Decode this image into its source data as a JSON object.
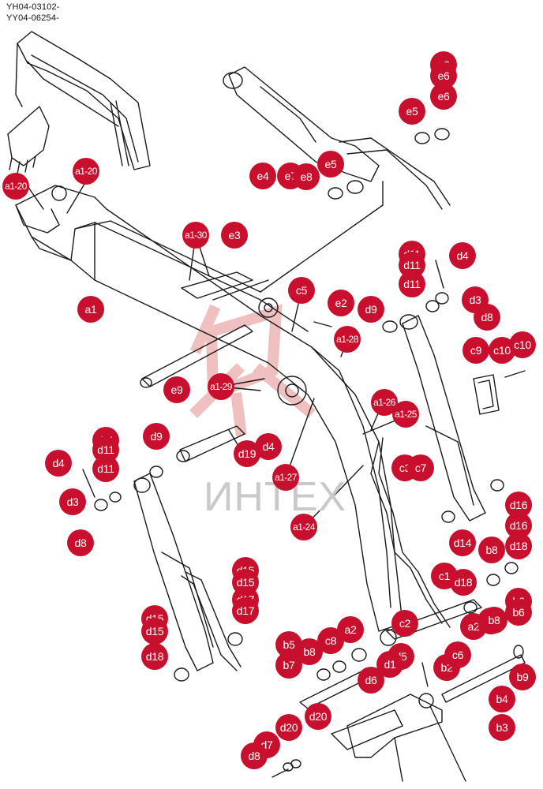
{
  "header": {
    "line1": "YH04-03102-",
    "line2": "YY04-06254-"
  },
  "watermark": {
    "text": "ИНТЕХ"
  },
  "colors": {
    "callout": "#c8102e",
    "line": "#1a1a1a",
    "watermark": "#e8a0a0"
  },
  "callouts": [
    "a1-20",
    "a1-20",
    "a1-30",
    "e3",
    "a1",
    "c5",
    "e2",
    "d9",
    "a1-28",
    "e9",
    "a1-29",
    "a1-26",
    "a1-25",
    "d19",
    "d4",
    "a1-27",
    "a1-24",
    "e4",
    "e7",
    "e8",
    "e5",
    "e5",
    "e6",
    "e6",
    "e6",
    "d4",
    "d11",
    "d11",
    "d11",
    "d3",
    "d8",
    "c9",
    "c10",
    "c10",
    "d4",
    "d11",
    "d11",
    "d11",
    "d9",
    "d3",
    "d8",
    "c3",
    "c7",
    "d16",
    "d16",
    "d18",
    "d14",
    "b8",
    "c1",
    "d18",
    "d15",
    "d15",
    "d17",
    "d15",
    "d15",
    "d18",
    "a2",
    "c2",
    "d5",
    "d6",
    "b5",
    "b8",
    "c8",
    "b7",
    "b2",
    "b6",
    "b6",
    "b9",
    "b4",
    "b3",
    "a2",
    "c8",
    "d20",
    "d20",
    "d7",
    "d8",
    "d17",
    "d1",
    "b8",
    "c6"
  ]
}
